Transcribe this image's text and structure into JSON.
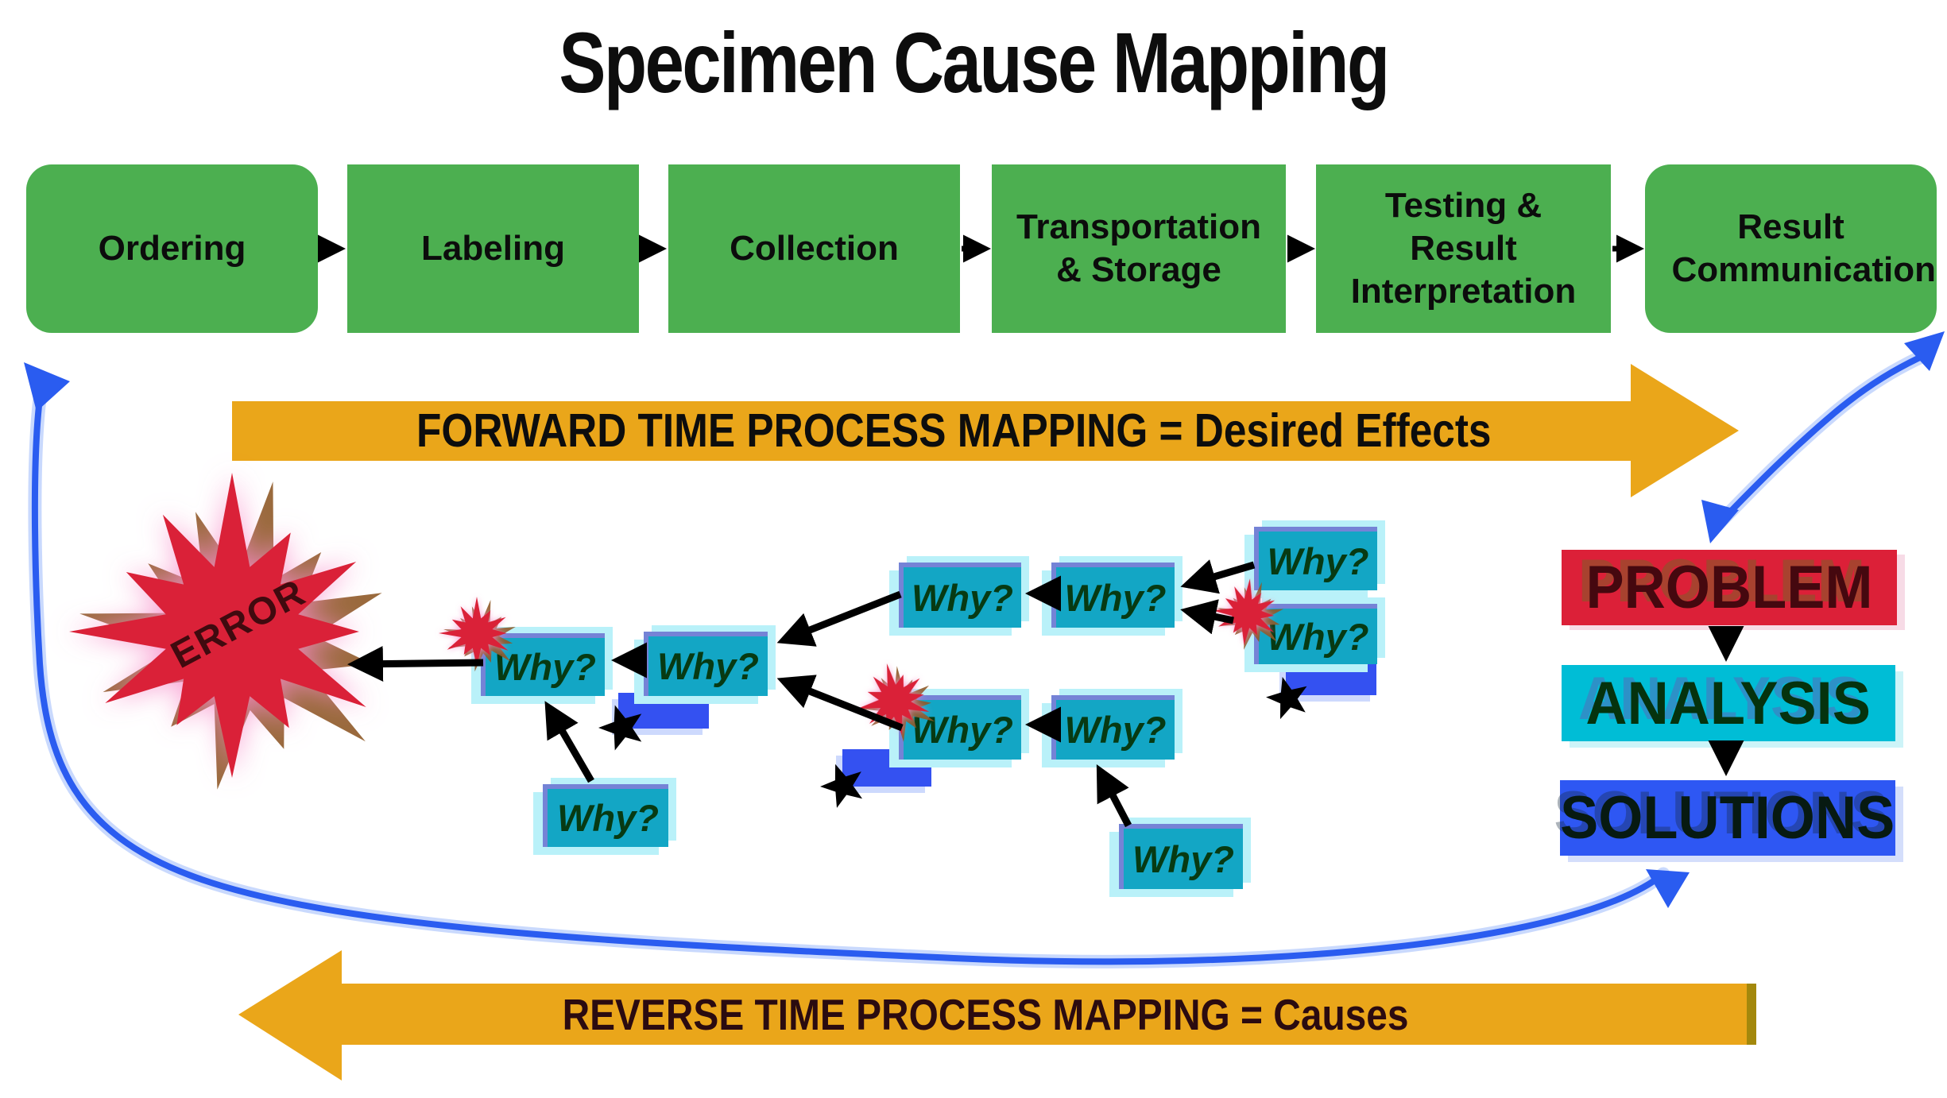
{
  "title": "Specimen Cause Mapping",
  "process_steps": [
    {
      "label": "Ordering"
    },
    {
      "label": "Labeling"
    },
    {
      "label": "Collection"
    },
    {
      "label": "Transportation & Storage"
    },
    {
      "label": "Testing & Result Interpretation"
    },
    {
      "label": "Result Communication"
    }
  ],
  "forward_mapping": {
    "label": "FORWARD TIME PROCESS MAPPING = Desired Effects"
  },
  "reverse_mapping": {
    "label": "REVERSE TIME PROCESS MAPPING = Causes"
  },
  "error_burst": {
    "label": "ERROR"
  },
  "why_boxes": [
    "Why?",
    "Why?",
    "Why?",
    "Why?",
    "Why?",
    "Why?",
    "Why?",
    "Why?",
    "Why?",
    "Why?"
  ],
  "cause_analysis": {
    "problem_label": "PROBLEM",
    "analysis_label": "ANALYSIS",
    "solutions_label": "SOLUTIONS"
  },
  "colors": {
    "step_green": "#4caf50",
    "arrow_orange": "#eaa61a",
    "burst_red": "#da2138",
    "why_cyan": "#13a6c5",
    "note_blue": "#3451f1",
    "problem_red": "#dc2038",
    "analysis_cyan": "#00bdd6",
    "solutions_blue": "#2e57f3",
    "connector_blue": "#2a5cf0"
  }
}
